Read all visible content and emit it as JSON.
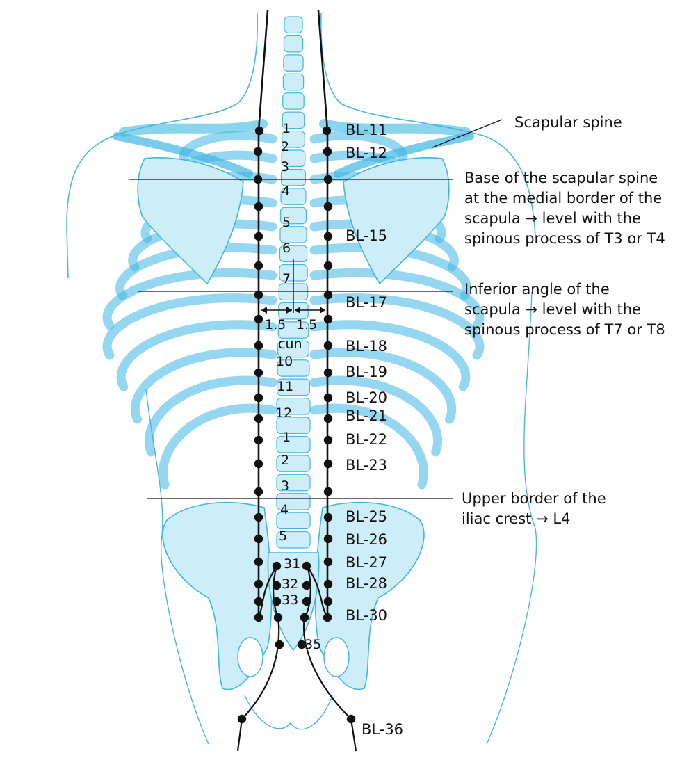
{
  "colors": {
    "bone_fill": "#cdeef9",
    "bone_outline": "#3eb7e3",
    "skin_outline": "#49b8e0",
    "line": "#111111",
    "point": "#111111"
  },
  "vertebra_labels": [
    "1",
    "2",
    "3",
    "4",
    "5",
    "6",
    "7",
    "10",
    "11",
    "12",
    "1",
    "2",
    "3",
    "4",
    "5"
  ],
  "sacral_labels": [
    "31",
    "32",
    "33",
    "35"
  ],
  "measure": {
    "left": "1.5",
    "right": "1.5",
    "unit": "cun"
  },
  "bl_points": [
    "BL-11",
    "BL-12",
    "BL-15",
    "BL-17",
    "BL-18",
    "BL-19",
    "BL-20",
    "BL-21",
    "BL-22",
    "BL-23",
    "BL-25",
    "BL-26",
    "BL-27",
    "BL-28",
    "BL-30",
    "BL-36"
  ],
  "annotations": {
    "scapular_spine": "Scapular spine",
    "base_scapular_spine": [
      "Base of the scapular spine",
      "at the medial border of the",
      "scapula → level with the",
      "spinous process of T3 or T4"
    ],
    "inferior_angle": [
      "Inferior angle of the",
      "scapula → level with the",
      "spinous process of T7 or T8"
    ],
    "iliac_crest": [
      "Upper border of the",
      "iliac crest → L4"
    ]
  }
}
